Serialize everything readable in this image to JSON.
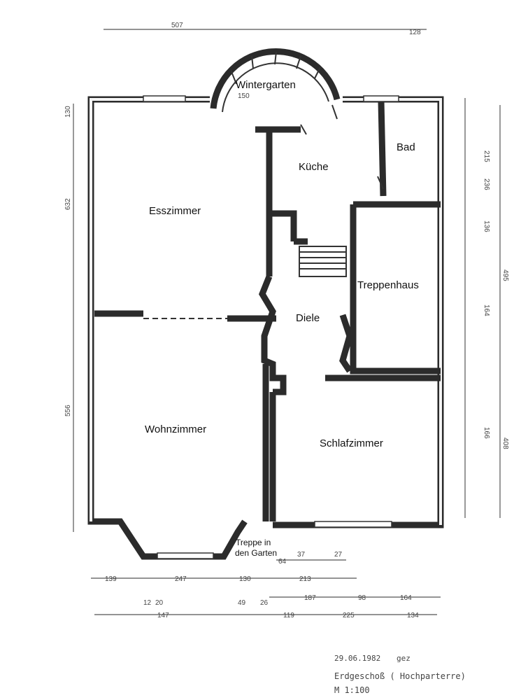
{
  "rooms": {
    "wintergarten": "Wintergarten",
    "bad": "Bad",
    "kueche": "Küche",
    "esszimmer": "Esszimmer",
    "treppenhaus": "Treppenhaus",
    "diele": "Diele",
    "wohnzimmer": "Wohnzimmer",
    "schlafzimmer": "Schlafzimmer"
  },
  "note": {
    "line1": "Treppe in",
    "line2": "den Garten"
  },
  "stamp": {
    "date": "29.06.1982",
    "sign": "gez",
    "floor": "Erdgeschoß ( Hochparterre)",
    "scale": "M 1:100"
  },
  "dims": {
    "top": [
      "507",
      "150",
      "128"
    ],
    "right": [
      "130",
      "215",
      "236",
      "136",
      "164",
      "166",
      "495",
      "408"
    ],
    "left": [
      "632",
      "556"
    ],
    "bottom1": [
      "64",
      "37",
      "27"
    ],
    "bottom2": [
      "139",
      "247",
      "130",
      "213"
    ],
    "bottom3": [
      "187",
      "98",
      "164"
    ],
    "bottom4": [
      "12",
      "20",
      "49",
      "26"
    ],
    "bottom5": [
      "147",
      "119",
      "225",
      "134"
    ]
  },
  "colors": {
    "wall": "#2b2b2b",
    "paper": "#ffffff"
  }
}
